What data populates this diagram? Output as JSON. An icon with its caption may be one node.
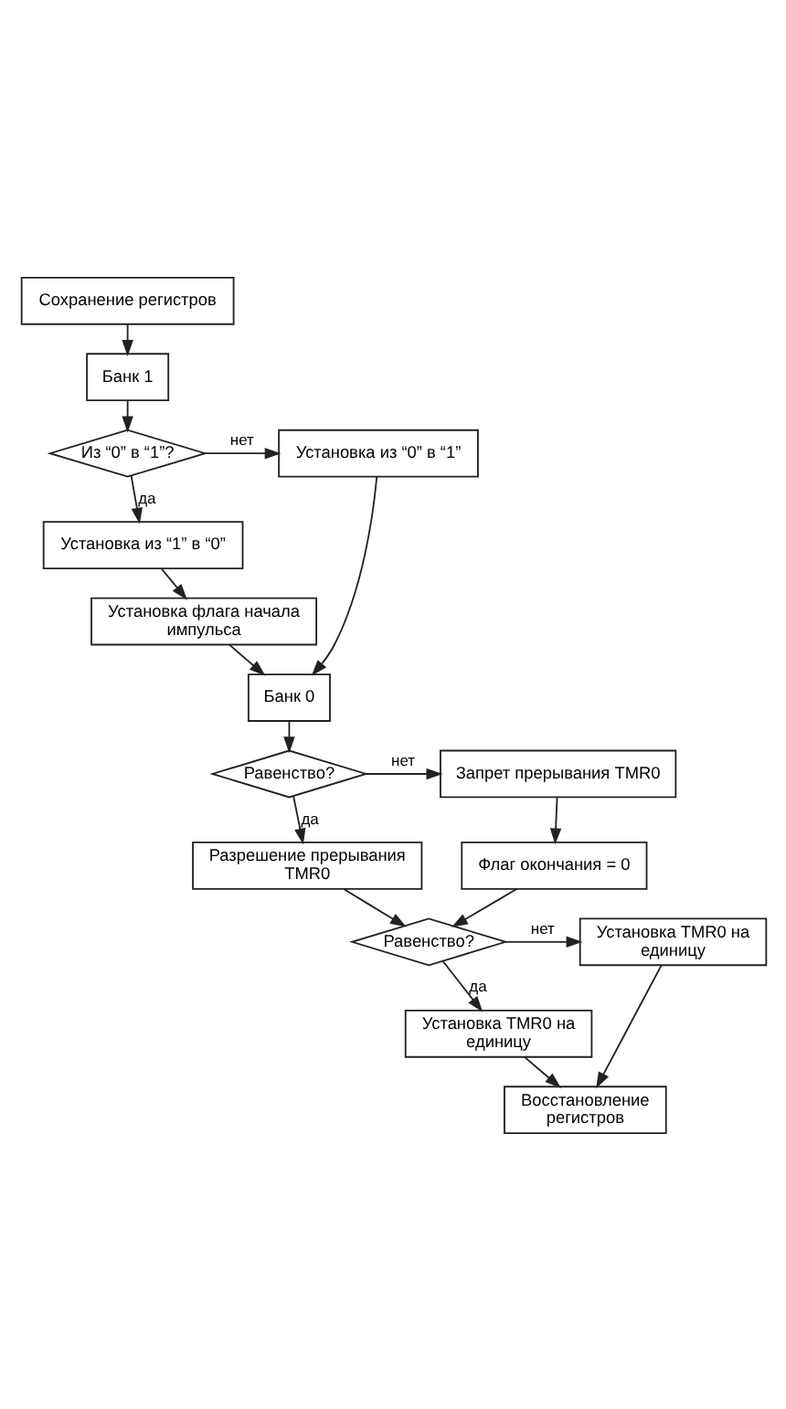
{
  "diagram": {
    "nodes": [
      {
        "text": [
          "Сохранение регистров"
        ]
      },
      {
        "text": [
          "Банк 1"
        ]
      },
      {
        "text": [
          "Из “0” в “1”?"
        ]
      },
      {
        "text": [
          "Установка из “0” в “1”"
        ]
      },
      {
        "text": [
          "Установка из “1” в “0”"
        ]
      },
      {
        "text": [
          "Установка флага начала импульса"
        ]
      },
      {
        "text": [
          "Банк 0"
        ]
      },
      {
        "text": [
          "Равенство?"
        ]
      },
      {
        "text": [
          "Запрет прерывания TMR0"
        ]
      },
      {
        "text": [
          "Разрешение прерывания TMR0"
        ]
      },
      {
        "text": [
          "Флаг окончания = 0"
        ]
      },
      {
        "text": [
          "Равенство?"
        ]
      },
      {
        "text": [
          "Установка TMR0 на единицу"
        ]
      },
      {
        "text": [
          "Установка TMR0 на единицу"
        ]
      },
      {
        "text": [
          "Восстановление регистров"
        ]
      }
    ],
    "edges": [
      {
        "from": 0,
        "to": 1,
        "arrow": "to"
      },
      {
        "from": 1,
        "to": 2,
        "arrow": "to"
      },
      {
        "from": 2,
        "to": 3,
        "arrow": "to",
        "label": "нет"
      },
      {
        "from": 2,
        "to": 4,
        "arrow": "to",
        "label": "да"
      },
      {
        "from": 4,
        "to": 5,
        "arrow": "to"
      },
      {
        "from": 5,
        "to": 6,
        "arrow": "to"
      },
      {
        "from": 3,
        "to": 6,
        "arrow": "to"
      },
      {
        "from": 6,
        "to": 7,
        "arrow": "to"
      },
      {
        "from": 7,
        "to": 8,
        "arrow": "to",
        "label": "нет"
      },
      {
        "from": 7,
        "to": 9,
        "arrow": "to",
        "label": "да"
      },
      {
        "from": 8,
        "to": 10,
        "arrow": "to"
      },
      {
        "from": 9,
        "to": 11,
        "arrow": "to"
      },
      {
        "from": 10,
        "to": 11,
        "arrow": "to"
      },
      {
        "from": 11,
        "to": 12,
        "arrow": "to",
        "label": "нет"
      },
      {
        "from": 11,
        "to": 13,
        "arrow": "to",
        "label": "да"
      },
      {
        "from": 13,
        "to": 14,
        "arrow": "to"
      },
      {
        "from": 12,
        "to": 14,
        "arrow": "to"
      }
    ]
  }
}
